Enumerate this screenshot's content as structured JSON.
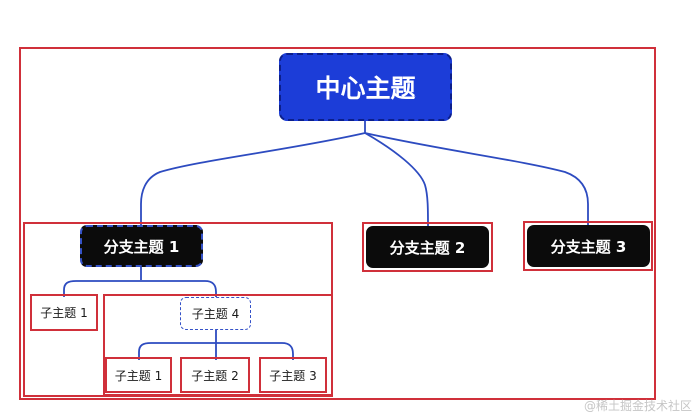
{
  "root": {
    "label": "中心主题"
  },
  "branches": [
    {
      "label": "分支主题 1"
    },
    {
      "label": "分支主题 2"
    },
    {
      "label": "分支主题 3"
    }
  ],
  "subtopics": {
    "s1": {
      "label": "子主题 1"
    },
    "s2": {
      "label": "子主题 4"
    },
    "s21": {
      "label": "子主题 1"
    },
    "s22": {
      "label": "子主题 2"
    },
    "s23": {
      "label": "子主题 3"
    }
  },
  "watermark": {
    "text": "@稀土掘金技术社区"
  },
  "colors": {
    "root_fill": "#1c3dd8",
    "branch_fill": "#0b0b0b",
    "connector": "#2d4bc0",
    "highlight_box": "#d0303a"
  }
}
